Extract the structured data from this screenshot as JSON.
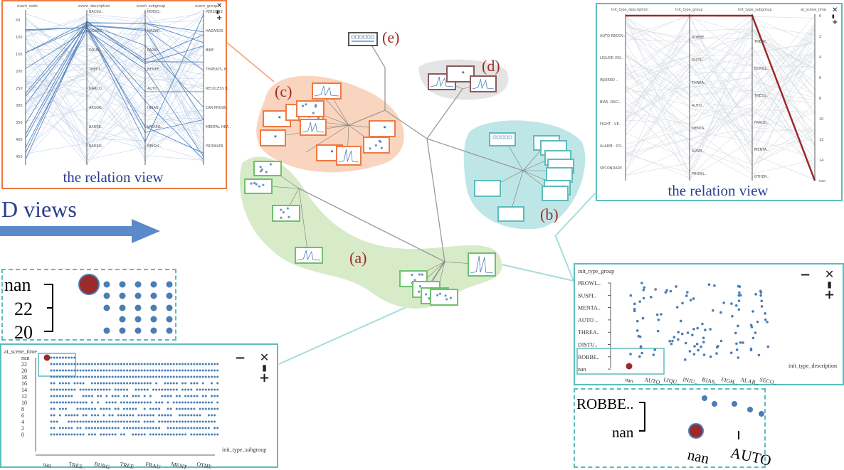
{
  "relation_view_left": {
    "caption": "the relation view",
    "axes": [
      "event_code",
      "event_description",
      "event_subgroup",
      "event_group"
    ],
    "desc_labels": [
      "BACKU..",
      "DOMES..",
      "DRUN..",
      "THEFT..",
      "NARCO..",
      "ARSON..",
      "BARRE..",
      "BARRO.."
    ],
    "subgroup_labels": [
      "PERSO..",
      "HAZAR..",
      "PARKI..",
      "BENEF..",
      "AUTO..",
      "INSAN..",
      "WEAPO..",
      "NEIGH.."
    ],
    "group_labels": [
      "PERSONS",
      "HAZARDS",
      "BIKE",
      "THREATS, H..",
      "RECKLESS B..",
      "CAR PROWL",
      "MENTAL HEA..",
      "PROWLER"
    ],
    "code_ticks": [
      "50",
      "100",
      "150",
      "200",
      "250",
      "300",
      "350",
      "400",
      "450"
    ]
  },
  "relation_view_right": {
    "caption": "the relation view",
    "axes": [
      "init_type_description",
      "init_type_group",
      "init_type_subgroup",
      "at_scene_time"
    ],
    "desc_labels": [
      "AUTO RECOV..",
      "LIQUOR VIO..",
      "INJURED ..",
      "BIAS -RACI..",
      "FIGHT - VE..",
      "ALARM - CO..",
      "SECONDARY.."
    ],
    "group_labels": [
      "ROBBE..",
      "DISTU..",
      "THREA..",
      "AUTO..",
      "MENTA..",
      "SUSPI..",
      "PROWL.."
    ],
    "subgroup_labels": [
      "TRESP..",
      "BURGL..",
      "TRESS..",
      "FRAUD..",
      "MENTA..",
      "OTHER.."
    ],
    "time_ticks": [
      "0",
      "2",
      "4",
      "6",
      "8",
      "10",
      "12",
      "14",
      "nan"
    ]
  },
  "labels": {
    "a": "(a)",
    "b": "(b)",
    "c": "(c)",
    "d": "(d)",
    "e": "(e)"
  },
  "left_arrow_text": "D views",
  "zoom_left": {
    "labels": [
      "nan",
      "22",
      "20"
    ]
  },
  "scatter_left": {
    "y_title": "at_scene_time",
    "x_title": "init_type_subgroup",
    "y_ticks": [
      "nan",
      "22",
      "20",
      "18",
      "16",
      "14",
      "12",
      "10",
      "8",
      "6",
      "4",
      "2",
      "0"
    ],
    "x_ticks": [
      "nan",
      "TRES..",
      "BURG",
      "TREE",
      "FRAU",
      "MENT",
      "OTHE"
    ]
  },
  "scatter_right": {
    "y_title": "init_type_group",
    "x_title": "init_type_description",
    "y_ticks": [
      "PROWL..",
      "SUSPI..",
      "MENTA..",
      "AUTO ..",
      "THREA..",
      "DISTU..",
      "ROBBE..",
      "nan"
    ],
    "x_ticks": [
      "nan",
      "AUTO..",
      "LIQU..",
      "INJU..",
      "BIAS..",
      "FIGH..",
      "ALAR..",
      "SECO.."
    ]
  },
  "zoom_right": {
    "labels": [
      "ROBBE..",
      "nan",
      "nan",
      "AUTO"
    ]
  },
  "icons": {
    "minus": "−",
    "close": "✕",
    "bookmark": "▮",
    "plus": "+"
  },
  "colors": {
    "orange": "#ee7a45",
    "teal": "#5cbcbc",
    "green": "#6cc26c",
    "dot": "#4a7db5",
    "red_dot": "#9b2a2a",
    "arrow": "#5b8ac8"
  }
}
